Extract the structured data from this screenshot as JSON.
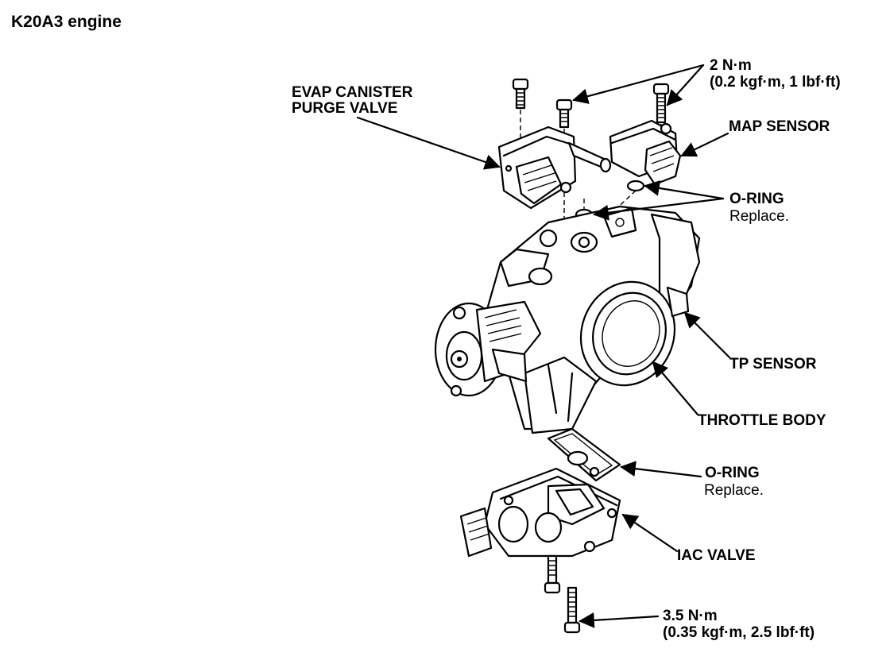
{
  "title": "K20A3 engine",
  "labels": {
    "evap_line1": "EVAP CANISTER",
    "evap_line2": "PURGE VALVE",
    "torque_top_line1": "2 N·m",
    "torque_top_line2": "(0.2 kgf·m, 1 lbf·ft)",
    "map_sensor": "MAP SENSOR",
    "oring_top": "O-RING",
    "oring_top_note": "Replace.",
    "tp_sensor": "TP SENSOR",
    "throttle_body": "THROTTLE BODY",
    "oring_bottom": "O-RING",
    "oring_bottom_note": "Replace.",
    "iac_valve": "IAC VALVE",
    "torque_bottom_line1": "3.5 N·m",
    "torque_bottom_line2": "(0.35 kgf·m, 2.5 lbf·ft)"
  }
}
